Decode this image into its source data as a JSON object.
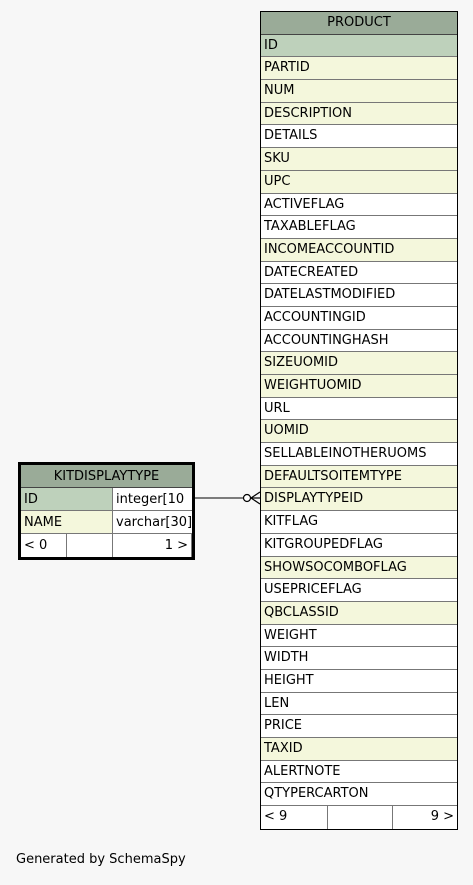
{
  "kitdisplaytype": {
    "title": "KITDISPLAYTYPE",
    "columns": [
      {
        "name": "ID",
        "type": "integer[10",
        "kind": "pk"
      },
      {
        "name": "NAME",
        "type": "varchar[30]",
        "kind": "fk"
      }
    ],
    "footer": {
      "left": "< 0",
      "right": "1 >"
    }
  },
  "product": {
    "title": "PRODUCT",
    "columns": [
      {
        "name": "ID",
        "kind": "pk"
      },
      {
        "name": "PARTID",
        "kind": "fk"
      },
      {
        "name": "NUM",
        "kind": "fk"
      },
      {
        "name": "DESCRIPTION",
        "kind": "fk"
      },
      {
        "name": "DETAILS",
        "kind": "plain"
      },
      {
        "name": "SKU",
        "kind": "fk"
      },
      {
        "name": "UPC",
        "kind": "fk"
      },
      {
        "name": "ACTIVEFLAG",
        "kind": "plain"
      },
      {
        "name": "TAXABLEFLAG",
        "kind": "plain"
      },
      {
        "name": "INCOMEACCOUNTID",
        "kind": "fk"
      },
      {
        "name": "DATECREATED",
        "kind": "plain"
      },
      {
        "name": "DATELASTMODIFIED",
        "kind": "plain"
      },
      {
        "name": "ACCOUNTINGID",
        "kind": "plain"
      },
      {
        "name": "ACCOUNTINGHASH",
        "kind": "plain"
      },
      {
        "name": "SIZEUOMID",
        "kind": "fk"
      },
      {
        "name": "WEIGHTUOMID",
        "kind": "fk"
      },
      {
        "name": "URL",
        "kind": "plain"
      },
      {
        "name": "UOMID",
        "kind": "fk"
      },
      {
        "name": "SELLABLEINOTHERUOMS",
        "kind": "plain"
      },
      {
        "name": "DEFAULTSOITEMTYPE",
        "kind": "fk"
      },
      {
        "name": "DISPLAYTYPEID",
        "kind": "fk"
      },
      {
        "name": "KITFLAG",
        "kind": "plain"
      },
      {
        "name": "KITGROUPEDFLAG",
        "kind": "plain"
      },
      {
        "name": "SHOWSOCOMBOFLAG",
        "kind": "fk"
      },
      {
        "name": "USEPRICEFLAG",
        "kind": "plain"
      },
      {
        "name": "QBCLASSID",
        "kind": "fk"
      },
      {
        "name": "WEIGHT",
        "kind": "plain"
      },
      {
        "name": "WIDTH",
        "kind": "plain"
      },
      {
        "name": "HEIGHT",
        "kind": "plain"
      },
      {
        "name": "LEN",
        "kind": "plain"
      },
      {
        "name": "PRICE",
        "kind": "plain"
      },
      {
        "name": "TAXID",
        "kind": "fk"
      },
      {
        "name": "ALERTNOTE",
        "kind": "plain"
      },
      {
        "name": "QTYPERCARTON",
        "kind": "plain"
      }
    ],
    "footer": {
      "left": "< 9",
      "right": "9 >"
    }
  },
  "generated_by": "Generated by SchemaSpy"
}
